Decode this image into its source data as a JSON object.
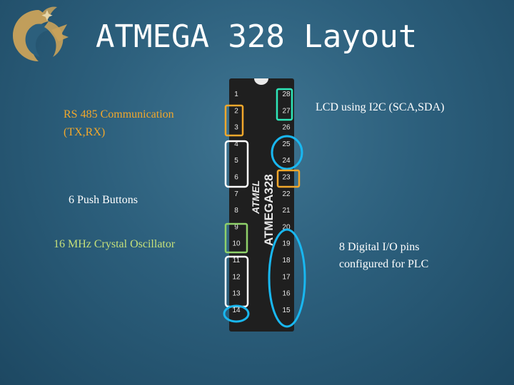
{
  "slide": {
    "title": "ATMEGA 328 Layout"
  },
  "labels": {
    "rs485_line1": "RS 485 Communication",
    "rs485_line2": "(TX,RX)",
    "push_buttons": "6 Push Buttons",
    "crystal": "16 MHz Crystal Oscillator",
    "lcd": "LCD using I2C (SCA,SDA)",
    "digital_line1": "8   Digital I/O pins",
    "digital_line2": "configured for PLC"
  },
  "chip": {
    "name": "ATMEGA328",
    "brand": "ATMEL",
    "left_pins": [
      "1",
      "2",
      "3",
      "4",
      "5",
      "6",
      "7",
      "8",
      "9",
      "10",
      "11",
      "12",
      "13",
      "14"
    ],
    "right_pins": [
      "28",
      "27",
      "26",
      "25",
      "24",
      "23",
      "22",
      "21",
      "20",
      "19",
      "18",
      "17",
      "16",
      "15"
    ]
  },
  "colors": {
    "background": "#2c5f7c",
    "chip_body": "#1f1f1f",
    "pin_text": "#e8e8e8",
    "yellow": "#f2a82c",
    "teal": "#2ee6b8",
    "blue": "#19b7f0",
    "white": "#ffffff",
    "green": "#8fd16a",
    "logo": "#c9a25a"
  }
}
